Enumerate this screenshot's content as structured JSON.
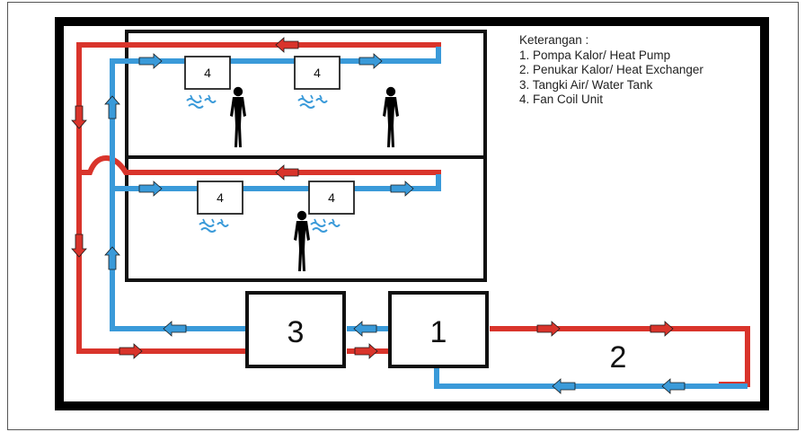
{
  "legend": {
    "title": "Keterangan :",
    "items": [
      "1. Pompa Kalor/ Heat Pump",
      "2. Penukar Kalor/ Heat Exchanger",
      "3. Tangki Air/ Water Tank",
      "4. Fan Coil Unit"
    ]
  },
  "components": {
    "heat_pump": "1",
    "heat_exchanger": "2",
    "water_tank": "3",
    "fan_coil": "4"
  },
  "colors": {
    "hot_pipe": "#d9342b",
    "cold_pipe": "#3a9ad9",
    "frame": "#000000",
    "air_flow": "#3a9ad9"
  },
  "icons": [
    "person-icon",
    "air-flow-icon",
    "flow-arrow-icon"
  ]
}
